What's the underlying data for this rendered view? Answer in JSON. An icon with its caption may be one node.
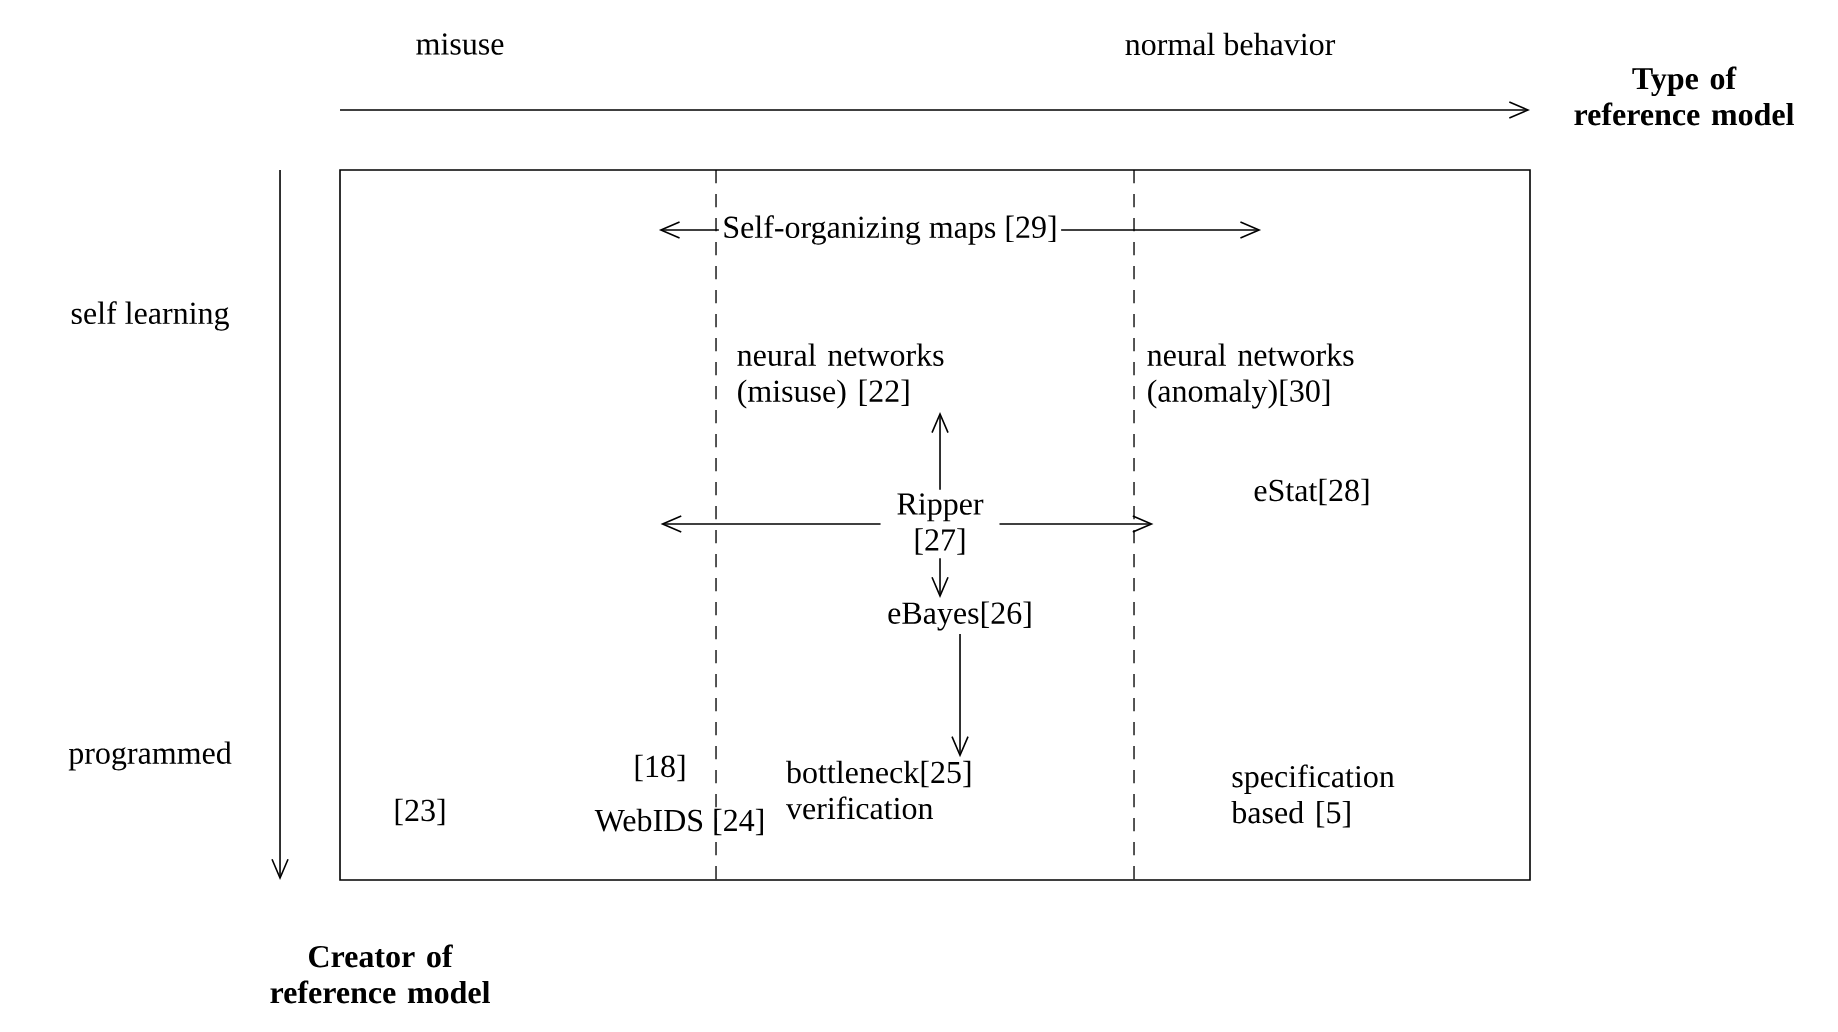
{
  "diagram": {
    "nodes": [
      {
        "text": [],
        "shape": "box"
      },
      {
        "text": [
          "Self-organizing maps [29]"
        ],
        "in": 0
      },
      {
        "text": [
          "neural networks (misuse) [22]"
        ],
        "in": 0
      },
      {
        "text": [
          "neural networks (anomaly)[30]"
        ],
        "in": 0
      },
      {
        "text": [
          "Ripper [27]"
        ],
        "in": 0
      },
      {
        "text": [
          "eStat[28]"
        ],
        "in": 0
      },
      {
        "text": [
          "eBayes[26]"
        ],
        "in": 0
      },
      {
        "text": [
          "[18]"
        ],
        "in": 0
      },
      {
        "text": [
          "bottleneck[25] verification"
        ],
        "in": 0
      },
      {
        "text": [
          "[23]"
        ],
        "in": 0
      },
      {
        "text": [
          "WebIDS [24]"
        ],
        "in": 0
      },
      {
        "text": [
          "specification based [5]"
        ],
        "in": 0
      }
    ],
    "edges": [
      {
        "from": 1,
        "to": null,
        "arrow": "to"
      },
      {
        "from": 1,
        "to": null,
        "arrow": "to"
      },
      {
        "from": 4,
        "to": null,
        "arrow": "to"
      },
      {
        "from": 4,
        "to": null,
        "arrow": "to"
      },
      {
        "from": 4,
        "to": 2,
        "arrow": "to"
      },
      {
        "from": 4,
        "to": 6,
        "arrow": "to"
      },
      {
        "from": 6,
        "to": 8,
        "arrow": "to"
      }
    ],
    "labels": [
      "misuse",
      "normal behavior",
      "Type of reference model",
      "self learning",
      "programmed",
      "Creator of reference model"
    ]
  }
}
